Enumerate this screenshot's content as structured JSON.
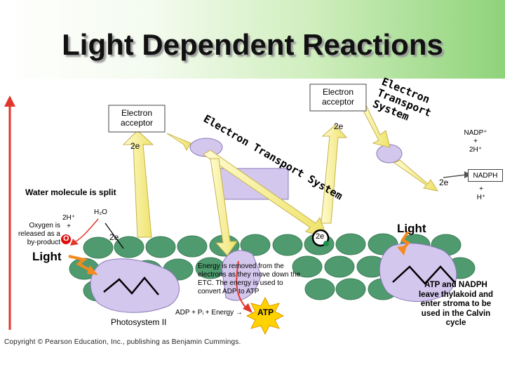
{
  "title": "Light Dependent Reactions",
  "labels": {
    "acceptor_left": "Electron acceptor",
    "acceptor_right": "Electron acceptor",
    "etc_left": "Electron Transport System",
    "etc_right": "Electron Transport System",
    "e_left": "2e",
    "e_mid": "2e",
    "e_right": "2e",
    "e_water": "2e",
    "e_circle": "2e",
    "nadp": "NADP⁺\n+\n2H⁺",
    "nadph": "NADPH",
    "h_plus_right": "+\nH⁺",
    "water_split": "Water molecule is split",
    "oxygen_note": "Oxygen is\nreleased as a\nby-product",
    "two_h_plus": "2H⁺\n+",
    "oxygen_symbol": "O",
    "h2o": "H₂O",
    "light_left": "Light",
    "light_right": "Light",
    "energy_note": "Energy is removed from the electrons as they move down the ETC. The energy is used to convert ADP to ATP",
    "adp_eq": "ADP + Pᵢ + Energy →",
    "atp": "ATP",
    "photosystem": "Photosystem II",
    "atp_nadph_note": "ATP and NADPH leave thylakoid and enter stroma to be used in the Calvin cycle",
    "copyright": "Copyright © Pearson Education, Inc., publishing as Benjamin Cummings."
  },
  "colors": {
    "arrow_orange": "#f58a1e",
    "arrow_yellow": "#f7f08a",
    "thylakoid_green": "#4f9a6e",
    "lavender": "#d4c7ee",
    "energy_arrow": "#e2362a",
    "atp_burst": "#ffd200",
    "oxygen_red": "#e01010"
  }
}
